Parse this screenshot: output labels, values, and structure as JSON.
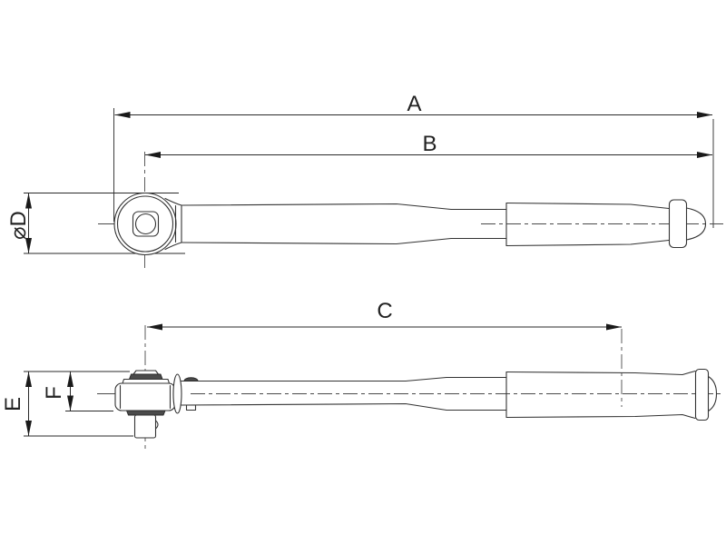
{
  "drawing": {
    "dimension_labels": {
      "a": "A",
      "b": "B",
      "c": "C",
      "d": "⌀D",
      "e": "E",
      "f": "F"
    },
    "colors": {
      "background": "#ffffff",
      "line": "#333333",
      "dark_fill": "#4a4a4a",
      "text": "#222222"
    }
  }
}
